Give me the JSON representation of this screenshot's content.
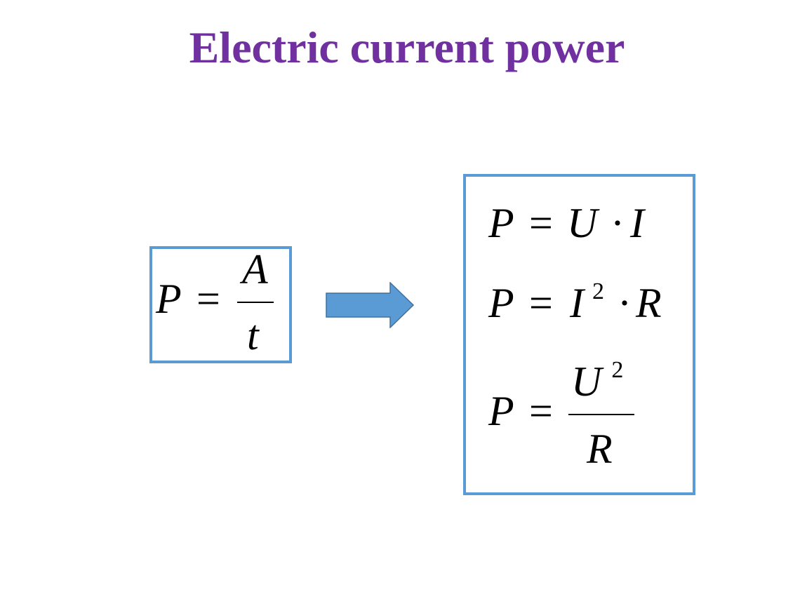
{
  "title": "Electric current power",
  "colors": {
    "title": "#7030a0",
    "box_border": "#5b9bd5",
    "arrow_fill": "#5b9bd5",
    "arrow_stroke": "#41719c",
    "text": "#000000"
  },
  "left_formula": {
    "lhs": "P",
    "equals": "=",
    "numerator": "A",
    "denominator": "t"
  },
  "arrow_icon": "right-arrow-icon",
  "right_formulas": {
    "f1": {
      "lhs": "P",
      "equals": "=",
      "a": "U",
      "dot": "·",
      "b": "I"
    },
    "f2": {
      "lhs": "P",
      "equals": "=",
      "a": "I",
      "exp": "2",
      "dot": "·",
      "b": "R"
    },
    "f3": {
      "lhs": "P",
      "equals": "=",
      "numerator": "U",
      "exp": "2",
      "denominator": "R"
    }
  }
}
